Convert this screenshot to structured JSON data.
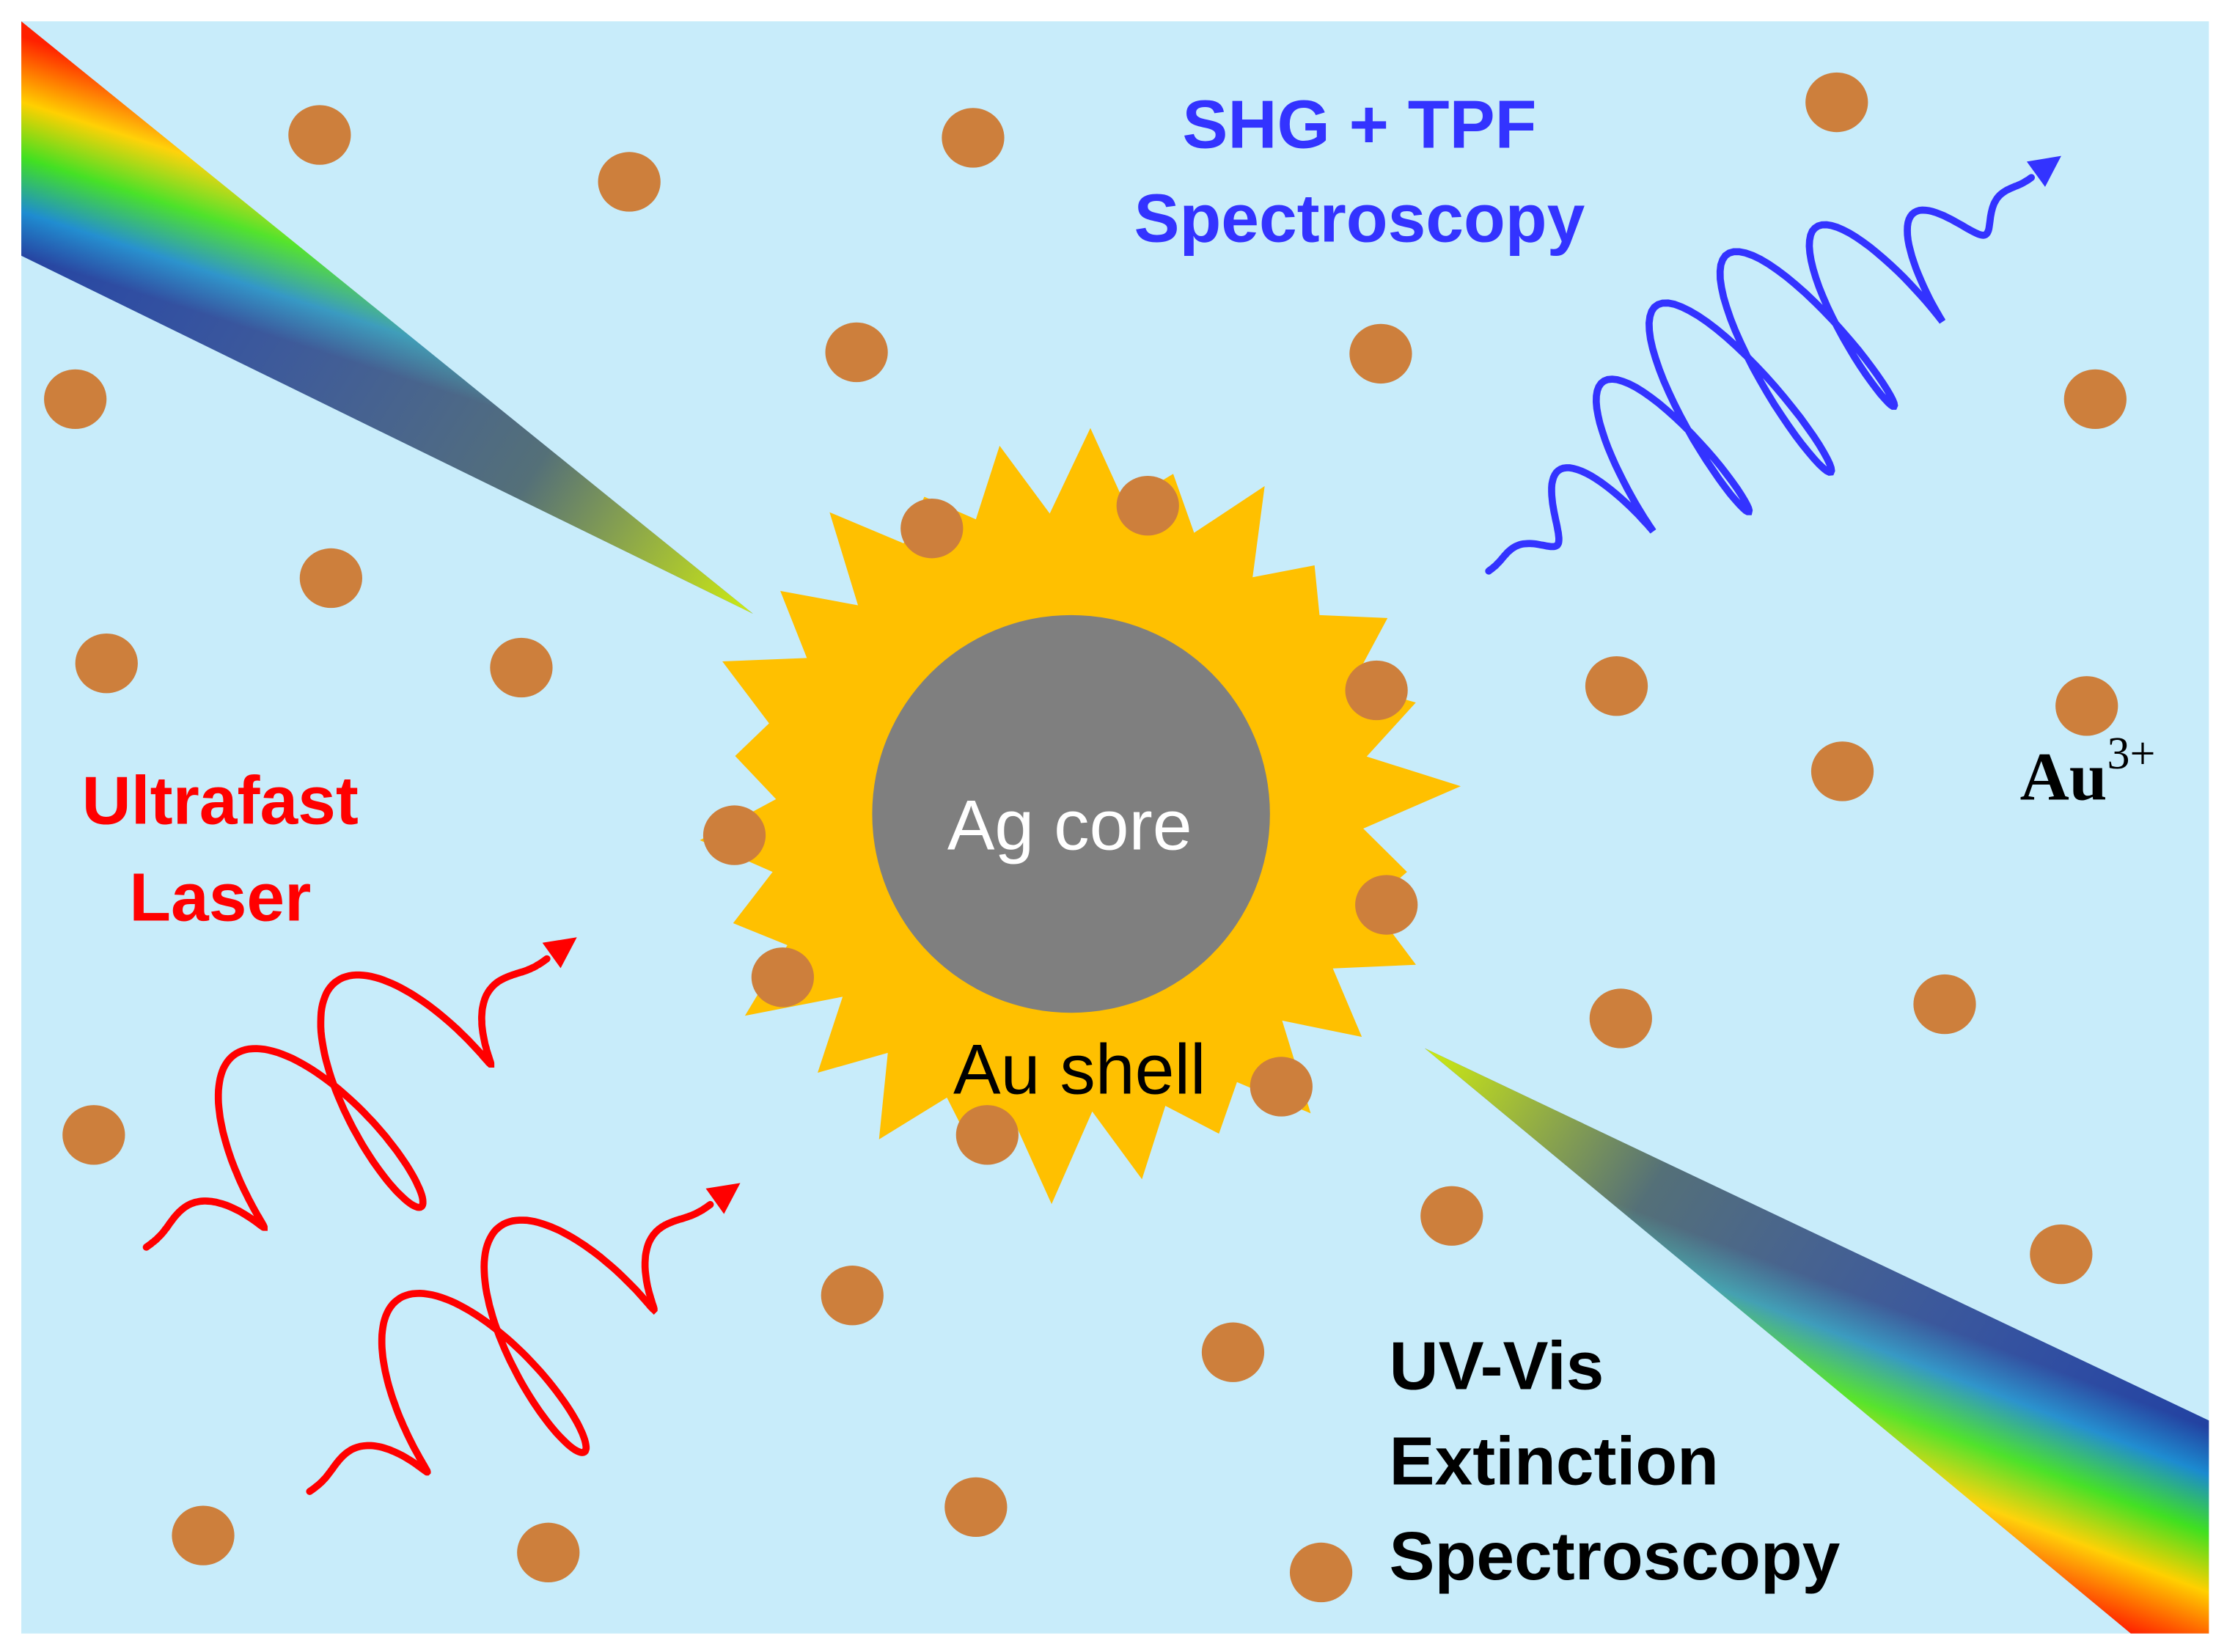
{
  "labels": {
    "core": "Ag core",
    "shell": "Au shell",
    "laser_line1": "Ultrafast",
    "laser_line2": "Laser",
    "shg_line1": "SHG + TPF",
    "shg_line2": "Spectroscopy",
    "uv_line1": "UV-Vis",
    "uv_line2": "Extinction",
    "uv_line3": "Spectroscopy",
    "ion_base": "Au",
    "ion_charge": "3+"
  },
  "colors": {
    "background": "#c8ecfa",
    "shell": "#ffc000",
    "core": "#7f7f7f",
    "ion_dot": "#cd7f3c",
    "laser": "#ff0000",
    "shg": "#3333ff"
  }
}
